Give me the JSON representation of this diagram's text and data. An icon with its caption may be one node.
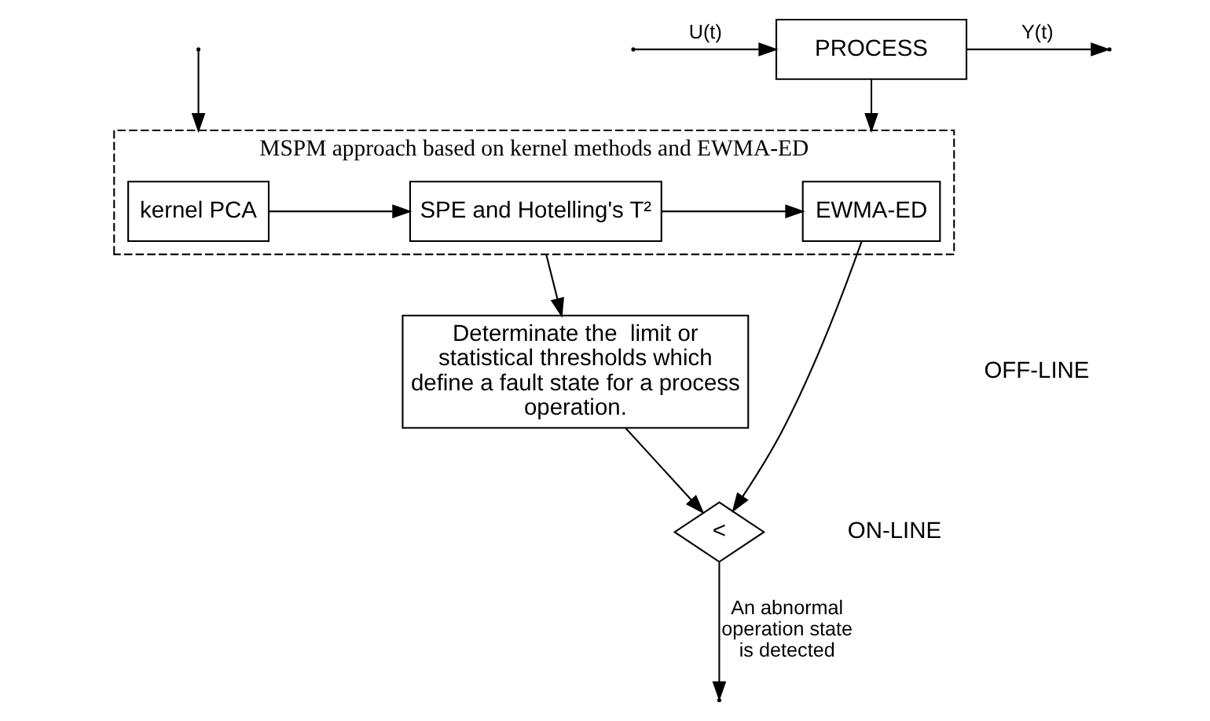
{
  "diagram": {
    "nodes": [
      {
        "text": [
          "PROCESS"
        ]
      },
      {
        "text": [
          "MSPM approach based on kernel methods and EWMA-ED"
        ]
      },
      {
        "text": [
          "kernel PCA"
        ],
        "in": 1
      },
      {
        "text": [
          "SPE and Hotelling's T²"
        ],
        "in": 1
      },
      {
        "text": [
          "EWMA-ED"
        ],
        "in": 1
      },
      {
        "text": [
          "Determinate the  limit or statistical thresholds which define a fault state for a process operation."
        ]
      },
      {
        "text": [
          "<"
        ]
      }
    ],
    "edges": [
      {
        "from": 0,
        "to": null,
        "arrow": "to",
        "label": "Y(t)"
      },
      {
        "from": null,
        "to": 1,
        "arrow": "to"
      },
      {
        "from": null,
        "to": 0,
        "arrow": "to",
        "label": "U(t)"
      },
      {
        "from": 0,
        "to": 1,
        "arrow": "to"
      },
      {
        "from": 2,
        "to": 3,
        "arrow": "to"
      },
      {
        "from": 3,
        "to": 4,
        "arrow": "to"
      },
      {
        "from": 1,
        "to": 5,
        "arrow": "to"
      },
      {
        "from": 4,
        "to": 6,
        "arrow": "to"
      },
      {
        "from": 5,
        "to": 6,
        "arrow": "to"
      },
      {
        "from": 6,
        "to": null,
        "arrow": "to",
        "label": "An abnormal operation state is detected"
      }
    ],
    "labels": [
      "OFF-LINE",
      "ON-LINE"
    ]
  }
}
